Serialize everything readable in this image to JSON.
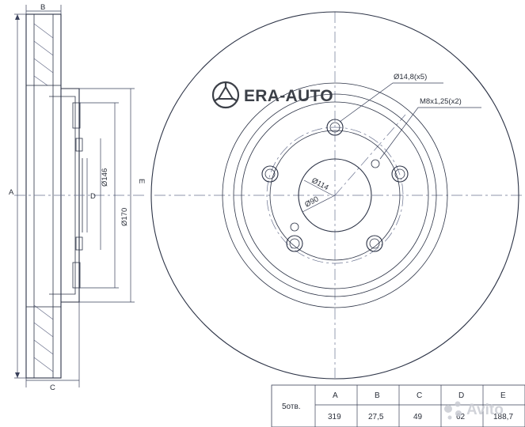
{
  "logo": {
    "text": "ERA-AUTO"
  },
  "watermark": {
    "text": "Avito"
  },
  "callouts": {
    "bolt_holes": "Ø14,8(x5)",
    "threaded_holes": "M8x1,25(x2)",
    "pcd": "Ø114",
    "center_bore": "Ø90"
  },
  "side_dimensions": {
    "A": "A",
    "B": "B",
    "C": "C",
    "D": "D",
    "E": "E",
    "d146": "Ø146",
    "d170": "Ø170"
  },
  "spec_table": {
    "row_label": "5отв.",
    "columns": [
      "A",
      "B",
      "C",
      "D",
      "E"
    ],
    "values": [
      "319",
      "27,5",
      "49",
      "62",
      "188,7"
    ]
  },
  "colors": {
    "line": "#2c3346",
    "centerline": "#6b7390"
  }
}
